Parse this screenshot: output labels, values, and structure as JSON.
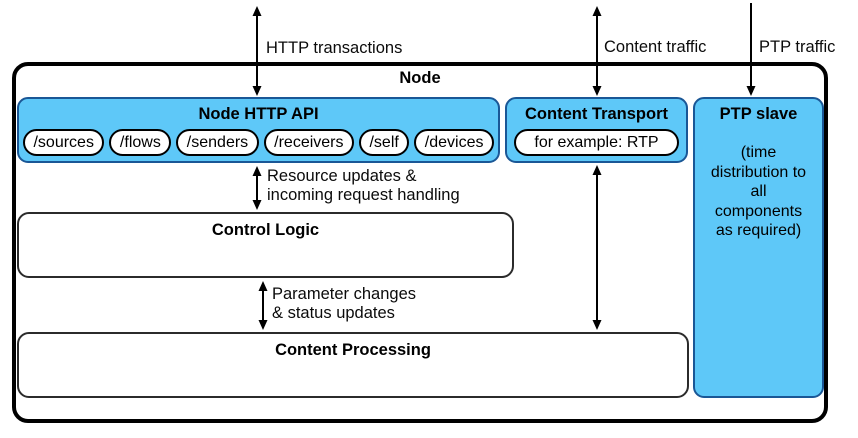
{
  "colors": {
    "component_fill": "#5ec8f8",
    "component_border": "#1a5796",
    "outer_border": "#000000",
    "inner_box_border": "#2b2b2b",
    "background": "#ffffff"
  },
  "top_labels": {
    "http": "HTTP transactions",
    "content": "Content traffic",
    "ptp": "PTP traffic"
  },
  "node": {
    "title": "Node"
  },
  "http_api": {
    "title": "Node HTTP API",
    "pills": [
      "/sources",
      "/flows",
      "/senders",
      "/receivers",
      "/self",
      "/devices"
    ]
  },
  "content_transport": {
    "title": "Content Transport",
    "pill": "for example: RTP"
  },
  "ptp_slave": {
    "title": "PTP slave",
    "body": "(time\ndistribution to\nall\ncomponents\nas required)"
  },
  "control_logic": {
    "title": "Control Logic"
  },
  "content_processing": {
    "title": "Content Processing"
  },
  "flow_labels": {
    "resource_updates": "Resource updates &\nincoming request handling",
    "parameter_changes": "Parameter changes\n& status updates"
  }
}
